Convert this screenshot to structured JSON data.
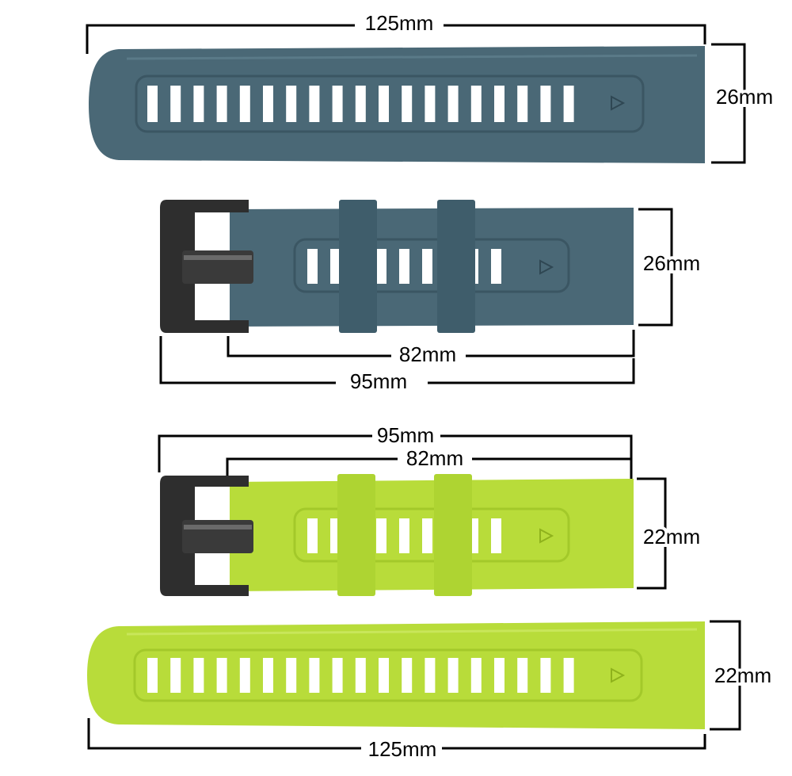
{
  "colors": {
    "teal_strap": "#4a6876",
    "teal_strap_dark": "#3e5a68",
    "lime_strap": "#b8dc3a",
    "lime_strap_dark": "#a3c92a",
    "buckle": "#2e2e2e",
    "line": "#000000"
  },
  "dimensions": {
    "teal_long_length": "125mm",
    "teal_long_width": "26mm",
    "teal_short_width": "26mm",
    "teal_short_inner_length": "82mm",
    "teal_short_total_length": "95mm",
    "lime_short_total_length": "95mm",
    "lime_short_inner_length": "82mm",
    "lime_short_width": "22mm",
    "lime_long_width": "22mm",
    "lime_long_length": "125mm"
  },
  "icons": {
    "arrow_glyph": "arrow-triangle-icon",
    "buckle": "buckle-icon"
  }
}
